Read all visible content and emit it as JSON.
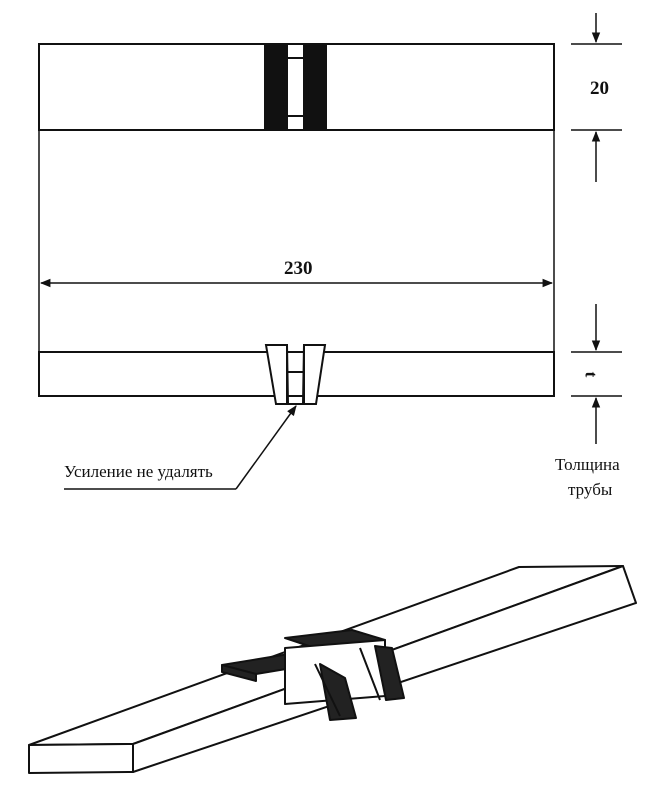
{
  "drawing": {
    "dimension_width": "230",
    "dimension_height": "20",
    "dimension_thickness": "t",
    "note_reinforcement": "Усиление не удалять",
    "note_pipe_thickness_line1": "Толщина",
    "note_pipe_thickness_line2": "трубы"
  },
  "colors": {
    "ink": "#111111",
    "paper": "#ffffff"
  }
}
